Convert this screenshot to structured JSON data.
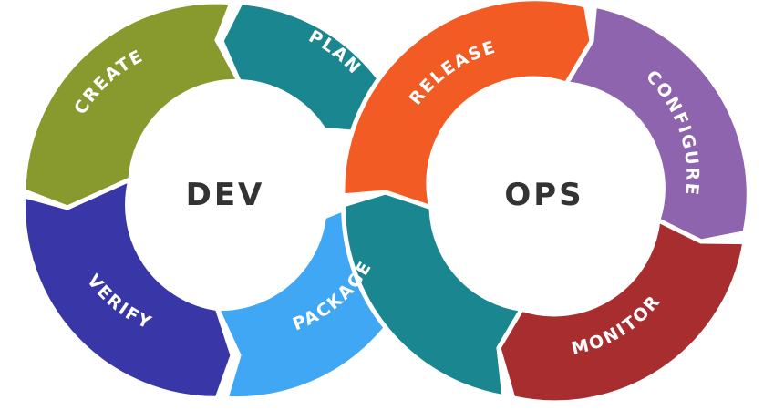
{
  "dev_loop": {
    "title": "DEV",
    "segments": [
      {
        "id": "plan",
        "label": "PLAN",
        "color": "#1a8790"
      },
      {
        "id": "create",
        "label": "CREATE",
        "color": "#889a2e"
      },
      {
        "id": "verify",
        "label": "VERIFY",
        "color": "#3936a8"
      },
      {
        "id": "package",
        "label": "PACKAGE",
        "color": "#40a7f5"
      }
    ]
  },
  "ops_loop": {
    "title": "OPS",
    "segments": [
      {
        "id": "release",
        "label": "RELEASE",
        "color": "#f25b24"
      },
      {
        "id": "configure",
        "label": "CONFIGURE",
        "color": "#8d64ad"
      },
      {
        "id": "monitor",
        "label": "MONITOR",
        "color": "#a72d2f"
      },
      {
        "id": "ops-bridge",
        "label": "",
        "color": "#1a8790"
      }
    ]
  }
}
